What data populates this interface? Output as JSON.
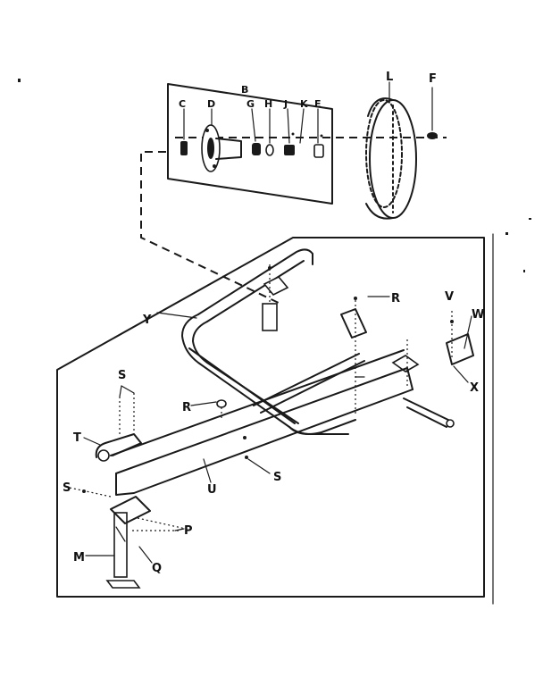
{
  "labels": {
    "B": "B",
    "C": "C",
    "D": "D",
    "G": "G",
    "H": "H",
    "J": "J",
    "K": "K",
    "E": "E",
    "L": "L",
    "F": "F",
    "R": "R",
    "V": "V",
    "W": "W",
    "X": "X",
    "Y": "Y",
    "S": "S",
    "T": "T",
    "U": "U",
    "P": "P",
    "M": "M",
    "Q": "Q"
  },
  "colors": {
    "ink": "#1a1a1a",
    "paper": "#ffffff"
  }
}
